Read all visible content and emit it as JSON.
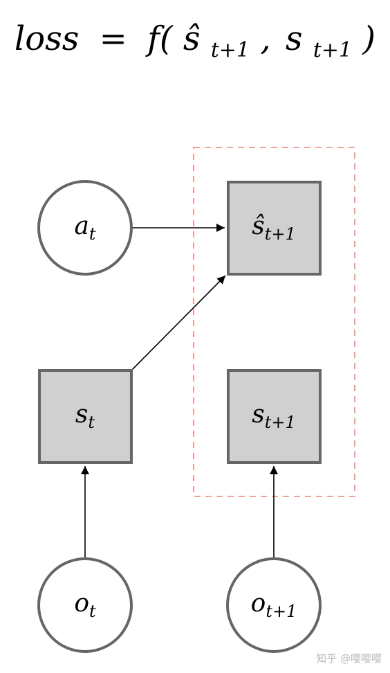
{
  "equation": {
    "lhs": "loss",
    "eq": "=",
    "func": "f(",
    "arg1_base": "ŝ",
    "arg1_sub": "t+1",
    "comma": ",",
    "arg2_base": "s",
    "arg2_sub": "t+1",
    "close": ")"
  },
  "nodes": {
    "a_t": {
      "base": "a",
      "sub": "t",
      "shape": "circle"
    },
    "s_hat_t1": {
      "base": "ŝ",
      "sub": "t+1",
      "shape": "square"
    },
    "s_t": {
      "base": "s",
      "sub": "t",
      "shape": "square"
    },
    "s_t1": {
      "base": "s",
      "sub": "t+1",
      "shape": "square"
    },
    "o_t": {
      "base": "o",
      "sub": "t",
      "shape": "circle"
    },
    "o_t1": {
      "base": "o",
      "sub": "t+1",
      "shape": "circle"
    }
  },
  "edges": [
    {
      "from": "a_t",
      "to": "s_hat_t1"
    },
    {
      "from": "s_t",
      "to": "s_hat_t1"
    },
    {
      "from": "o_t",
      "to": "s_t"
    },
    {
      "from": "o_t1",
      "to": "s_t1"
    }
  ],
  "colors": {
    "node_stroke": "#666666",
    "square_fill": "#d0d0d0",
    "circle_fill": "#ffffff",
    "arrow": "#000000",
    "dashed_box": "#e8837a",
    "watermark": "#b8b8b8"
  },
  "watermark": "知乎 @嘤嘤嘤"
}
